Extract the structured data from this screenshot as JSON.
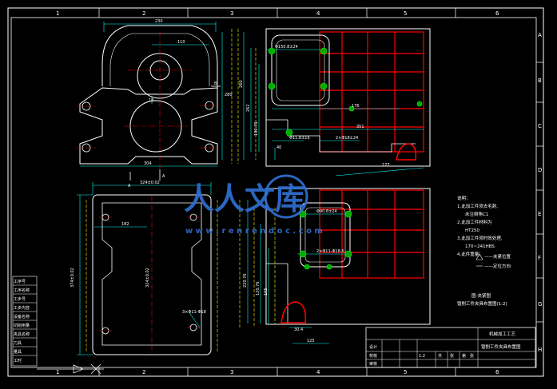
{
  "drawing": {
    "frame_columns": [
      "1",
      "2",
      "3",
      "4",
      "5",
      "6"
    ],
    "frame_rows": [
      "A",
      "B",
      "C",
      "D",
      "E",
      "F",
      "G",
      "H"
    ],
    "colors": {
      "background": "#000000",
      "outline": "#ffffff",
      "hidden_line": "#ffff00",
      "dimension": "#00ffff",
      "centerline": "#ff0000",
      "plate_grid": "#ff0000",
      "clamp": "#00aa00",
      "watermark": "#2f6fd0"
    },
    "dimensions": {
      "top_width": "230",
      "top_inner": "110",
      "top_height": "280",
      "top_small": "18",
      "top_base": "304",
      "section_a": "A",
      "section_b": "B",
      "plan_width": "324±0.02",
      "plan_offset": "182",
      "plan_height": "374±0.02",
      "plan_inner_height": "324±0.02",
      "plan_hole": "3×Φ11-Φ18",
      "side_a1": "Φ150.8±24",
      "side_a2": "176",
      "side_a3": "351",
      "side_a4": "Φ11.8±16",
      "side_a5": "2×Φ18±24",
      "side_a6": "40",
      "side_a7": "177",
      "side_a8": "190.76",
      "side_a9": "262",
      "side_a10": "260",
      "side_b1": "Φ90.8±24",
      "side_b2": "2×Φ11-Φ18.6",
      "side_b3": "220.76",
      "side_b4": "120.76",
      "side_b5": "105",
      "side_b6": "30.4",
      "side_b7": "125"
    },
    "notes": {
      "title": "说明：",
      "line1": "1.此加工件须去毛刺,",
      "line2": "未注倒角C1",
      "line3": "2.此加工件材料为",
      "line4": "HT250",
      "line5": "3.此加工件须时效处理,",
      "line6": "170~241HBS",
      "line7": "4.此件重量：",
      "legend1": "——夹紧位置",
      "legend2": "——定位方向",
      "caption1": "图-夹紧图",
      "caption2": "镗削工件夹具布置图(1:2)"
    },
    "title_block": {
      "school": "机械加工工艺",
      "drawing_name": "镗削工件夹具布置图",
      "cells": [
        "设计",
        "校核",
        "审核",
        "1:2",
        "共",
        "张",
        "第",
        "张"
      ]
    },
    "left_table": {
      "rows": [
        "工序号",
        "工序名称",
        "工步号",
        "工步内容",
        "设备名称",
        "切削用量",
        "夹具名称",
        "刀具",
        "量具",
        "工时"
      ]
    },
    "watermark": {
      "text": "人人文库",
      "url": "w w w . r e n r e n d o c . c o m"
    }
  }
}
